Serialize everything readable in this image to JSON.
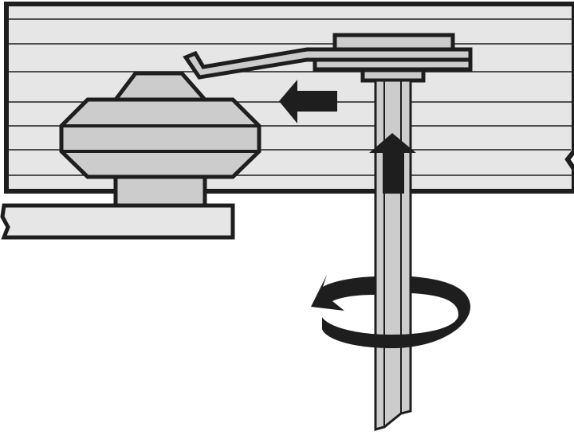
{
  "diagram": {
    "colors": {
      "outline": "#1e1e1e",
      "panel_fill": "#e6e6e6",
      "part_fill": "#cccccc",
      "arrow_fill": "#1e1e1e",
      "background": "#ffffff"
    },
    "arrows": [
      {
        "name": "slide-left-arrow",
        "direction": "left"
      },
      {
        "name": "push-up-arrow",
        "direction": "up"
      },
      {
        "name": "rotate-counterclockwise-arrow",
        "direction": "counterclockwise"
      }
    ]
  }
}
